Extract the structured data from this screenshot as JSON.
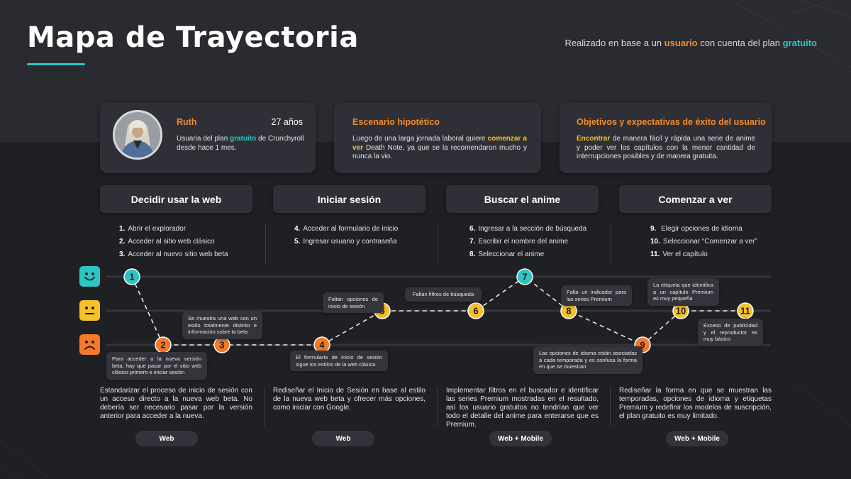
{
  "header": {
    "title": "Mapa de Trayectoria",
    "subtitle_pre": "Realizado en base a un ",
    "subtitle_hl1": "usuario",
    "subtitle_mid": " con cuenta del plan ",
    "subtitle_hl2": "gratuito"
  },
  "persona": {
    "name": "Ruth",
    "age": "27 años",
    "desc_pre": "Usuaria del plan ",
    "desc_hl": "gratuito",
    "desc_post": " de Crunchyroll desde hace 1 mes."
  },
  "scenario": {
    "title": "Escenario hipotético",
    "text_pre": "Luego de una larga jornada laboral quiere ",
    "text_hl": "comenzar a ver",
    "text_post": " Death Note, ya que se la recomendaron mucho  y nunca la vio."
  },
  "goals": {
    "title": "Objetivos y expectativas de éxito del usuario",
    "text_hl": "Encontrar",
    "text_post": " de manera fácil y rápida una serie de anime y poder ver los capítulos con la menor cantidad de interrupciones posibles y de manera gratuita."
  },
  "stages": [
    {
      "title": "Decidir usar la web",
      "steps": [
        {
          "num": "1.",
          "text": "Abrir el explorador"
        },
        {
          "num": "2.",
          "text": "Acceder al sitio web clásico"
        },
        {
          "num": "3.",
          "text": "Acceder al nuevo sitio web beta"
        }
      ],
      "opportunity": "Estandarizar el proceso de inicio de sesión con un acceso directo a la nueva web beta. No debería ser necesario pasar por la versión anterior para acceder a la nueva.",
      "platform": "Web"
    },
    {
      "title": "Iniciar sesión",
      "steps": [
        {
          "num": "4.",
          "text": "Acceder al formulario de inicio"
        },
        {
          "num": "5.",
          "text": "Ingresar usuario y contraseña"
        }
      ],
      "opportunity": "Rediseñar el Inicio de Sesión en base al estilo de la nueva web beta y ofrecer más opciones, como iniciar con Google.",
      "platform": "Web"
    },
    {
      "title": "Buscar el anime",
      "steps": [
        {
          "num": "6.",
          "text": "Ingresar a la sección de búsqueda"
        },
        {
          "num": "7.",
          "text": "Escribir el nombre del anime"
        },
        {
          "num": "8.",
          "text": "Seleccionar el anime"
        }
      ],
      "opportunity": "Implementar filtros en el buscador e identificar las series Premium mostradas en el resultado, así los usuario gratuitos no tendrían que ver todo el detalle del anime para enterarse que es Premium.",
      "platform": "Web + Mobile"
    },
    {
      "title": "Comenzar a ver",
      "steps": [
        {
          "num": "9.",
          "text": "  Elegir opciones de idioma"
        },
        {
          "num": "10.",
          "text": "Seleccionar “Comenzar a ver”"
        },
        {
          "num": "11.",
          "text": "Ver el capítulo"
        }
      ],
      "opportunity": "Rediseñar la forma en que se muestran las temporadas, opciones de idioma y etiquetas Premium y redefinir los modelos de suscripción, el plan gratuito es muy limitado.",
      "platform": "Web + Mobile"
    }
  ],
  "journey": {
    "points": [
      {
        "label": "1",
        "level": "happy"
      },
      {
        "label": "2",
        "level": "sad"
      },
      {
        "label": "3",
        "level": "sad"
      },
      {
        "label": "4",
        "level": "sad"
      },
      {
        "label": "5",
        "level": "neutral"
      },
      {
        "label": "6",
        "level": "neutral"
      },
      {
        "label": "7",
        "level": "happy"
      },
      {
        "label": "8",
        "level": "neutral"
      },
      {
        "label": "9",
        "level": "sad"
      },
      {
        "label": "10",
        "level": "neutral"
      },
      {
        "label": "11",
        "level": "neutral"
      }
    ],
    "notes": [
      "Para acceder a la nueva versión beta, hay que pasar por el sitio web clásico primero e iniciar sesión",
      "Se muestra una web con un estilo totalmente distinto e información sobre la beta",
      "El formulario de inicio de sesión sigue los estilos de la web clásica",
      "Faltan opciones de inicio de sesión",
      "Faltan filtros de búsqueda",
      "Falta un indicador para las series Premium",
      "Las opciones de idioma están asociadas a cada temporada y es confusa la forma en que se muestran",
      "La etiqueta que identifica a un capítulo Premium es muy pequeña",
      "Exceso de publicidad y el reproductor es muy básico"
    ],
    "colors": {
      "happy": "#2ec4c4",
      "neutral": "#f5c02a",
      "sad": "#f5792a"
    }
  }
}
